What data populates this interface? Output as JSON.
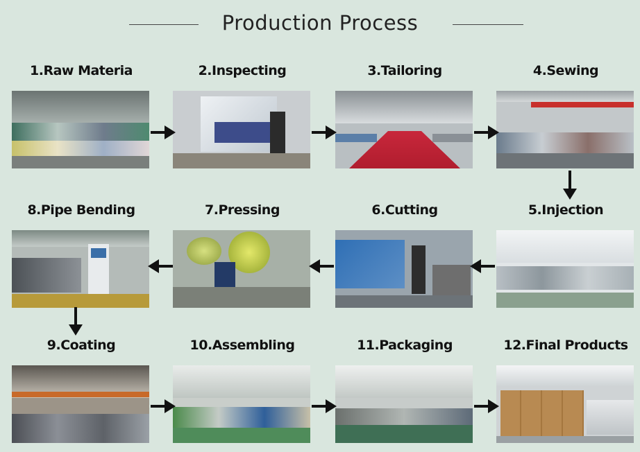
{
  "title": "Production Process",
  "steps": [
    {
      "label": "1.Raw Materia"
    },
    {
      "label": "2.Inspecting"
    },
    {
      "label": "3.Tailoring"
    },
    {
      "label": "4.Sewing"
    },
    {
      "label": "5.Injection"
    },
    {
      "label": "6.Cutting"
    },
    {
      "label": "7.Pressing"
    },
    {
      "label": "8.Pipe Bending"
    },
    {
      "label": "9.Coating"
    },
    {
      "label": "10.Assembling"
    },
    {
      "label": "11.Packaging"
    },
    {
      "label": "12.Final Products"
    }
  ],
  "colors": {
    "background": "#d9e6de",
    "arrow": "#111111",
    "text": "#111111"
  }
}
